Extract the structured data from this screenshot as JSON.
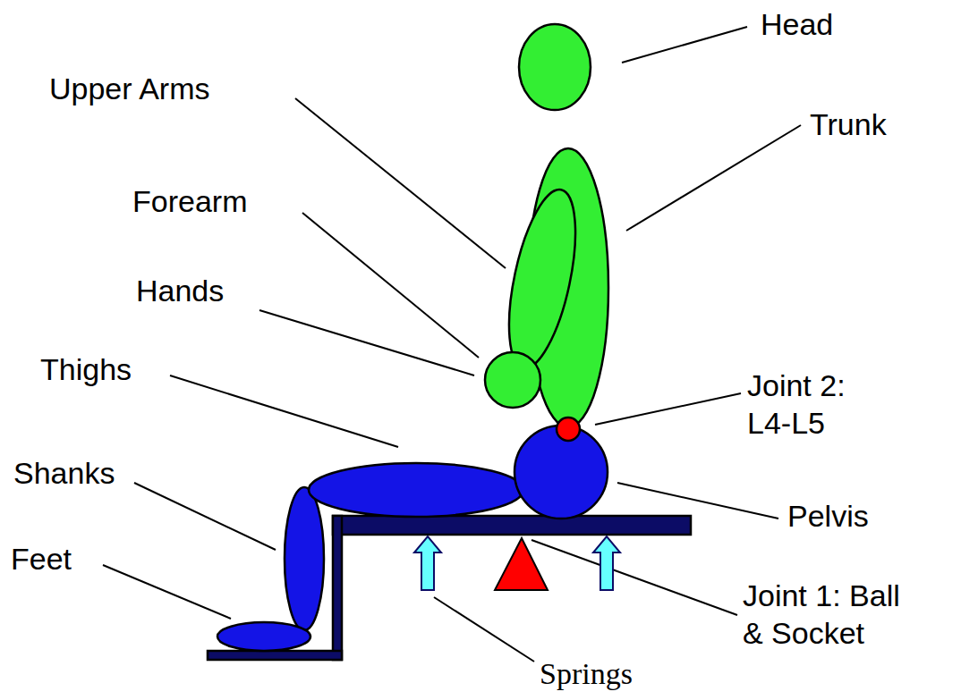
{
  "diagram": {
    "labels": [
      "Head",
      "Upper Arms",
      "Trunk",
      "Forearm",
      "Hands",
      "Thighs",
      "Joint 2: L4-L5",
      "Shanks",
      "Pelvis",
      "Feet",
      "Springs",
      "Joint 1: Ball & Socket"
    ]
  }
}
